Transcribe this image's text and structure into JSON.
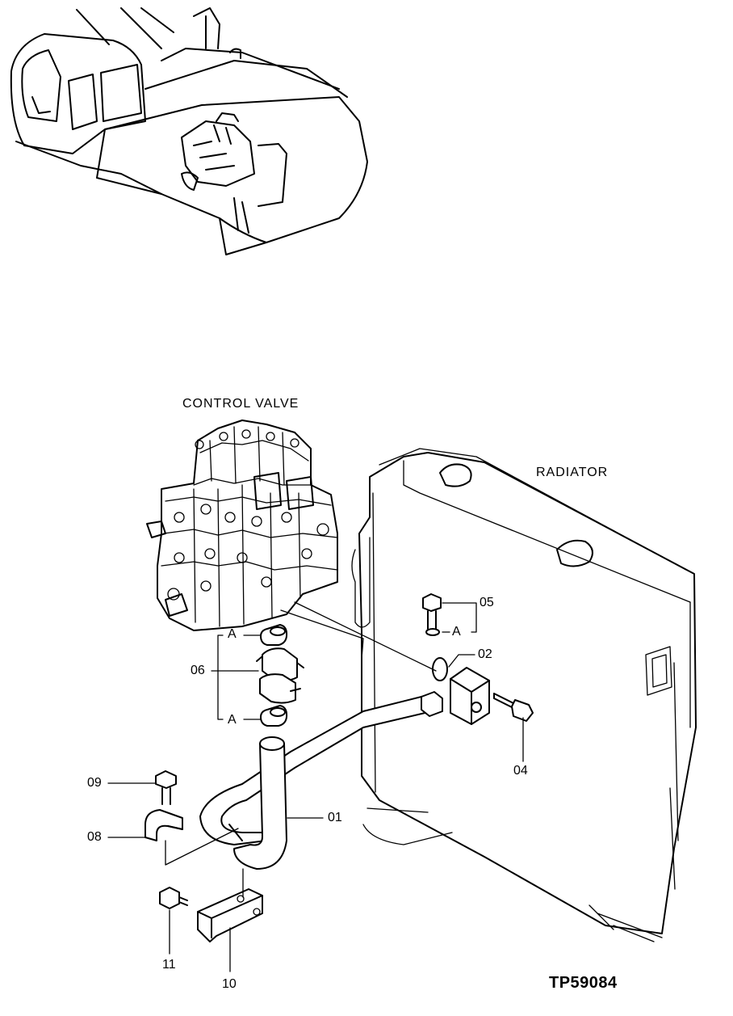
{
  "labels": {
    "control_valve": "CONTROL VALVE",
    "radiator": "RADIATOR",
    "figure_code": "TP59084",
    "ref_a_top": "A",
    "ref_a_bottom": "A",
    "ref_a_right": "A"
  },
  "parts": {
    "p01": "01",
    "p02": "02",
    "p04": "04",
    "p05": "05",
    "p06": "06",
    "p08": "08",
    "p09": "09",
    "p10": "10",
    "p11": "11"
  }
}
